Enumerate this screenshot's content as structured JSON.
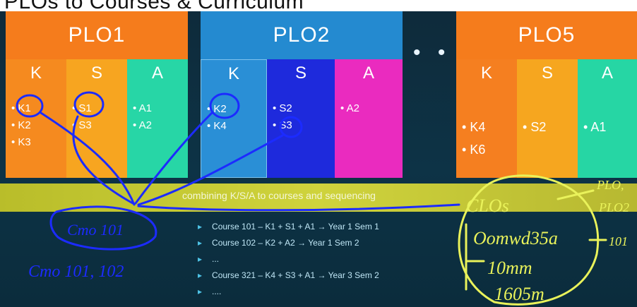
{
  "slide": {
    "title": "PLOs to Courses & Curriculum",
    "plos": [
      {
        "name": "PLO1",
        "columns": [
          {
            "letter": "K",
            "items": [
              "K1",
              "K2",
              "K3"
            ],
            "color": "#f58a1f"
          },
          {
            "letter": "S",
            "items": [
              "S1",
              "S3"
            ],
            "color": "#f7a520"
          },
          {
            "letter": "A",
            "items": [
              "A1",
              "A2"
            ],
            "color": "#27d6a6"
          }
        ],
        "head_color": "#f57c1c"
      },
      {
        "name": "PLO2",
        "columns": [
          {
            "letter": "K",
            "items": [
              "K2",
              "K4"
            ],
            "color": "#2a8fd6"
          },
          {
            "letter": "S",
            "items": [
              "S2",
              "S3"
            ],
            "color": "#1e2adc"
          },
          {
            "letter": "A",
            "items": [
              "A2"
            ],
            "color": "#ea2bbf"
          }
        ],
        "head_color": "#248ad0"
      },
      {
        "name": "PLO5",
        "columns": [
          {
            "letter": "K",
            "items": [
              "K4",
              "K6"
            ],
            "color": "#f57f20"
          },
          {
            "letter": "S",
            "items": [
              "S2"
            ],
            "color": "#f6a61f"
          },
          {
            "letter": "A",
            "items": [
              "A1"
            ],
            "color": "#26d6a4"
          }
        ],
        "head_color": "#f57c1c"
      }
    ],
    "ellipsis": "• • •",
    "band_text": "combining K/S/A to courses and sequencing",
    "courses": [
      "Course 101 – K1 + S1 + A1 → Year 1 Sem 1",
      "Course 102 – K2 + A2 → Year 1 Sem 2",
      "...",
      "Course 321 – K4 + S3 + A1 → Year 3 Sem 2",
      "...."
    ]
  },
  "handwriting": {
    "left_1": "Cmo 101",
    "left_2": "Cmo 101, 102",
    "right_1": "CLOs",
    "right_2": "Oomwd35a",
    "right_3": "10mm",
    "right_4": "1605m",
    "far_1": "PLO,",
    "far_2": "PLO2",
    "far_3": "101"
  },
  "colors": {
    "ink_blue": "#1c2bff",
    "ink_yellow": "#e9f25a",
    "band": "#c9cd36"
  }
}
